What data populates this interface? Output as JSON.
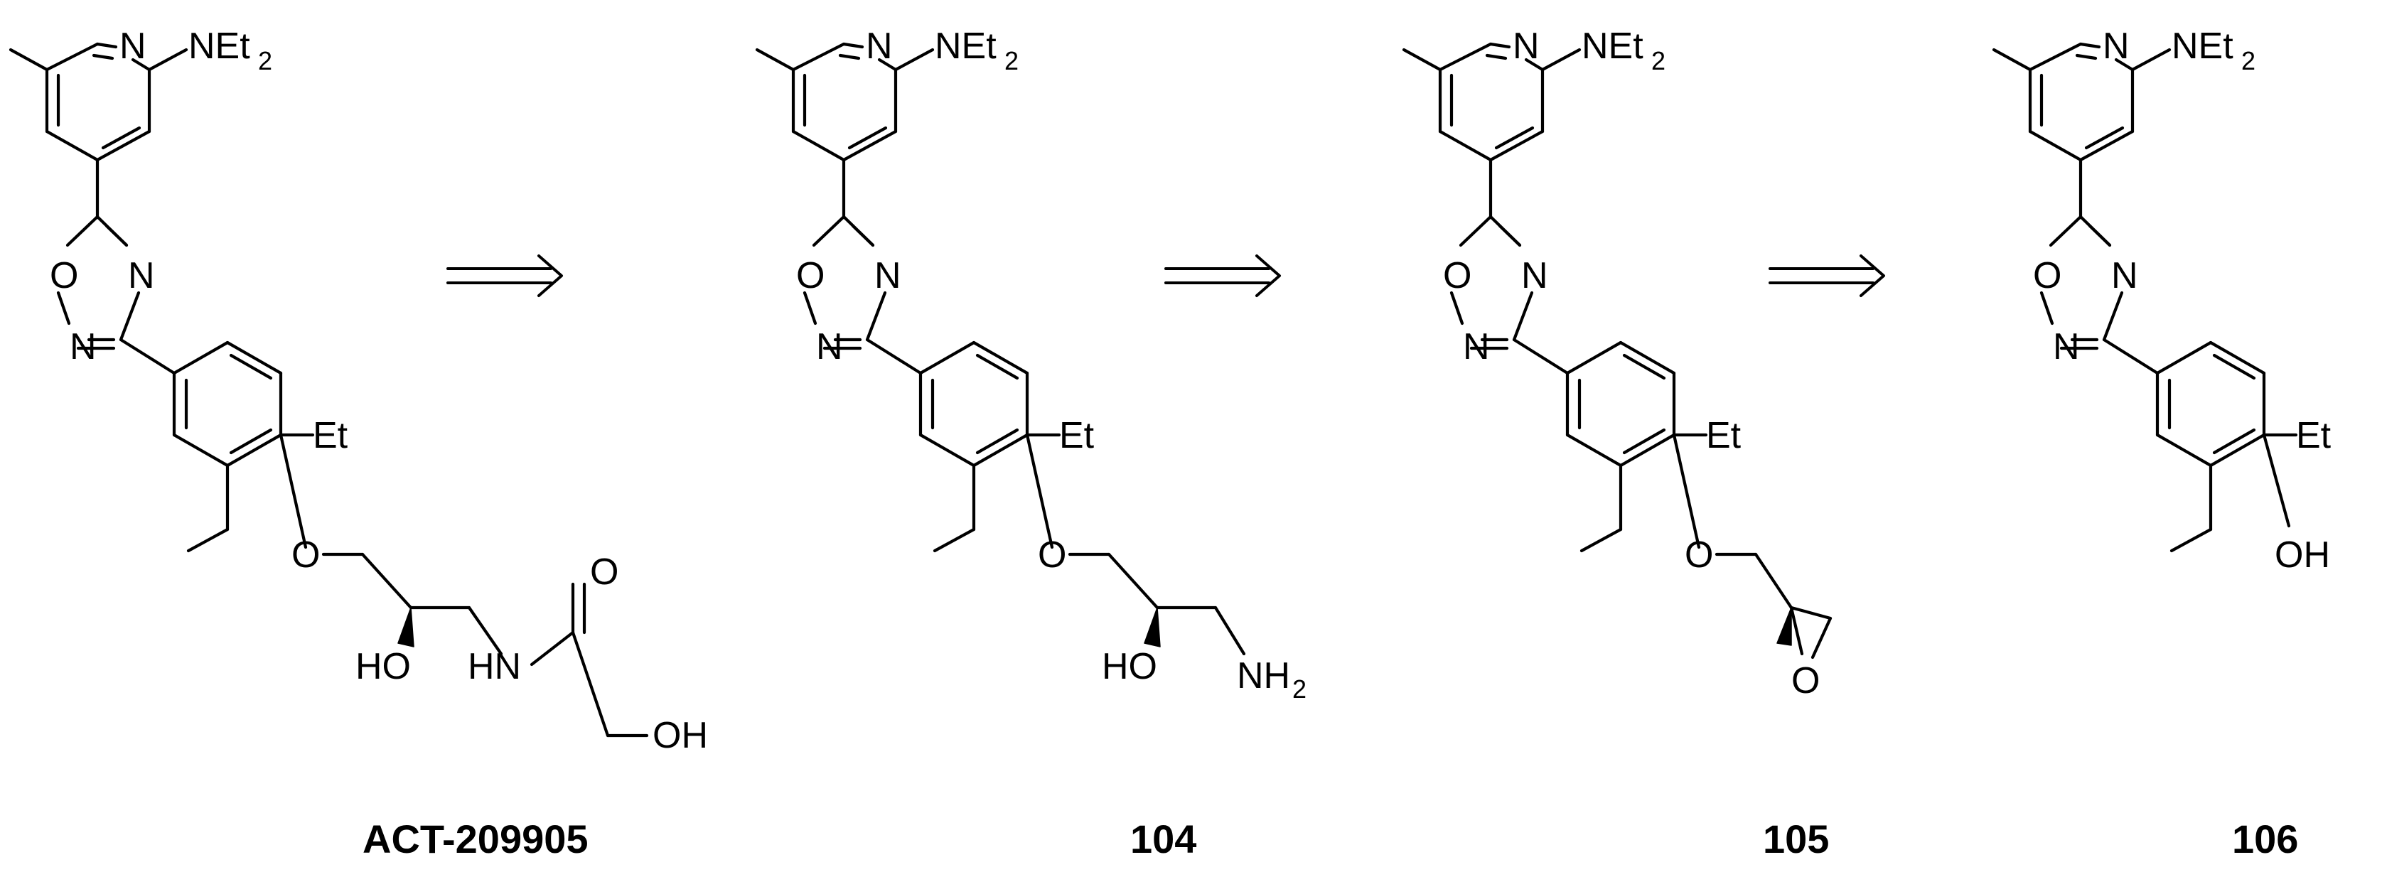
{
  "compounds": [
    {
      "id": "act209905",
      "label": "ACT-209905",
      "substituents": {
        "pyridine_n": "N",
        "amine": "NEt",
        "amine_sub": "2",
        "ring_o": "O",
        "ring_n1": "N",
        "ring_n2": "N",
        "ethyl": "Et",
        "ether_o": "O",
        "hydroxyl": "HO",
        "amide_nh": "HN",
        "carbonyl_o": "O",
        "terminal_oh": "OH"
      }
    },
    {
      "id": "104",
      "label": "104",
      "substituents": {
        "pyridine_n": "N",
        "amine": "NEt",
        "amine_sub": "2",
        "ring_o": "O",
        "ring_n1": "N",
        "ring_n2": "N",
        "ethyl": "Et",
        "ether_o": "O",
        "hydroxyl": "HO",
        "primary_amine": "NH",
        "primary_amine_sub": "2"
      }
    },
    {
      "id": "105",
      "label": "105",
      "substituents": {
        "pyridine_n": "N",
        "amine": "NEt",
        "amine_sub": "2",
        "ring_o": "O",
        "ring_n1": "N",
        "ring_n2": "N",
        "ethyl": "Et",
        "ether_o": "O",
        "epoxide_o": "O"
      }
    },
    {
      "id": "106",
      "label": "106",
      "substituents": {
        "pyridine_n": "N",
        "amine": "NEt",
        "amine_sub": "2",
        "ring_o": "O",
        "ring_n1": "N",
        "ring_n2": "N",
        "ethyl": "Et",
        "phenol": "OH"
      }
    }
  ],
  "arrows": [
    {
      "type": "retrosynthetic",
      "from": "ACT-209905",
      "to": "104"
    },
    {
      "type": "retrosynthetic",
      "from": "104",
      "to": "105"
    },
    {
      "type": "retrosynthetic",
      "from": "105",
      "to": "106"
    }
  ]
}
